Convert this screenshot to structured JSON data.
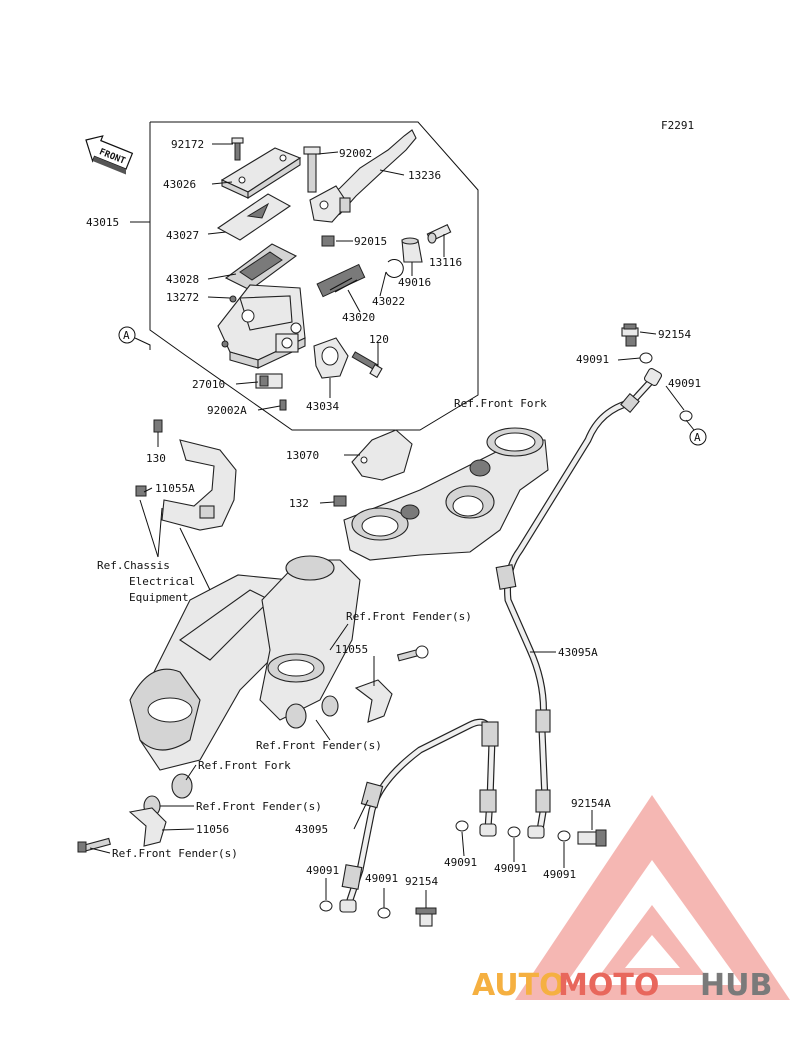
{
  "figure_code": "F2291",
  "front_arrow": "FRONT",
  "callout_letter": "A",
  "labels": {
    "l92172": "92172",
    "l92002": "92002",
    "l13236": "13236",
    "l43026": "43026",
    "l43015": "43015",
    "l43027": "43027",
    "l92015": "92015",
    "l13116": "13116",
    "l49016": "49016",
    "l43028": "43028",
    "l13272": "13272",
    "l43022": "43022",
    "l43020": "43020",
    "l120": "120",
    "l92154a": "92154",
    "l49091a": "49091",
    "l49091b": "49091",
    "l27010": "27010",
    "l92002a": "92002A",
    "l43034": "43034",
    "ref_front_fork_1": "Ref.Front Fork",
    "l13070": "13070",
    "l130": "130",
    "l11055a": "11055A",
    "l132": "132",
    "ref_chassis_1": "Ref.Chassis",
    "ref_chassis_2": "Electrical",
    "ref_chassis_3": "Equipment",
    "ref_front_fender_1": "Ref.Front Fender(s)",
    "l11055": "11055",
    "l43095a": "43095A",
    "ref_front_fender_2": "Ref.Front Fender(s)",
    "ref_front_fork_2": "Ref.Front Fork",
    "ref_front_fender_3": "Ref.Front Fender(s)",
    "l11056": "11056",
    "ref_front_fender_4": "Ref.Front Fender(s)",
    "l92154a_bottom": "92154A",
    "l43095": "43095",
    "l49091c": "49091",
    "l49091d": "49091",
    "l49091e": "49091",
    "l49091f": "49091",
    "l49091g": "49091",
    "l92154b": "92154"
  },
  "watermark": {
    "part1": "AUTO",
    "part2": "MOTO",
    "part3": "HUB"
  },
  "colors": {
    "watermark_orange": "#f5b041",
    "watermark_red": "#e8675c",
    "watermark_gray": "#7a7a7a",
    "logo_triangle": "#e74c3c"
  }
}
